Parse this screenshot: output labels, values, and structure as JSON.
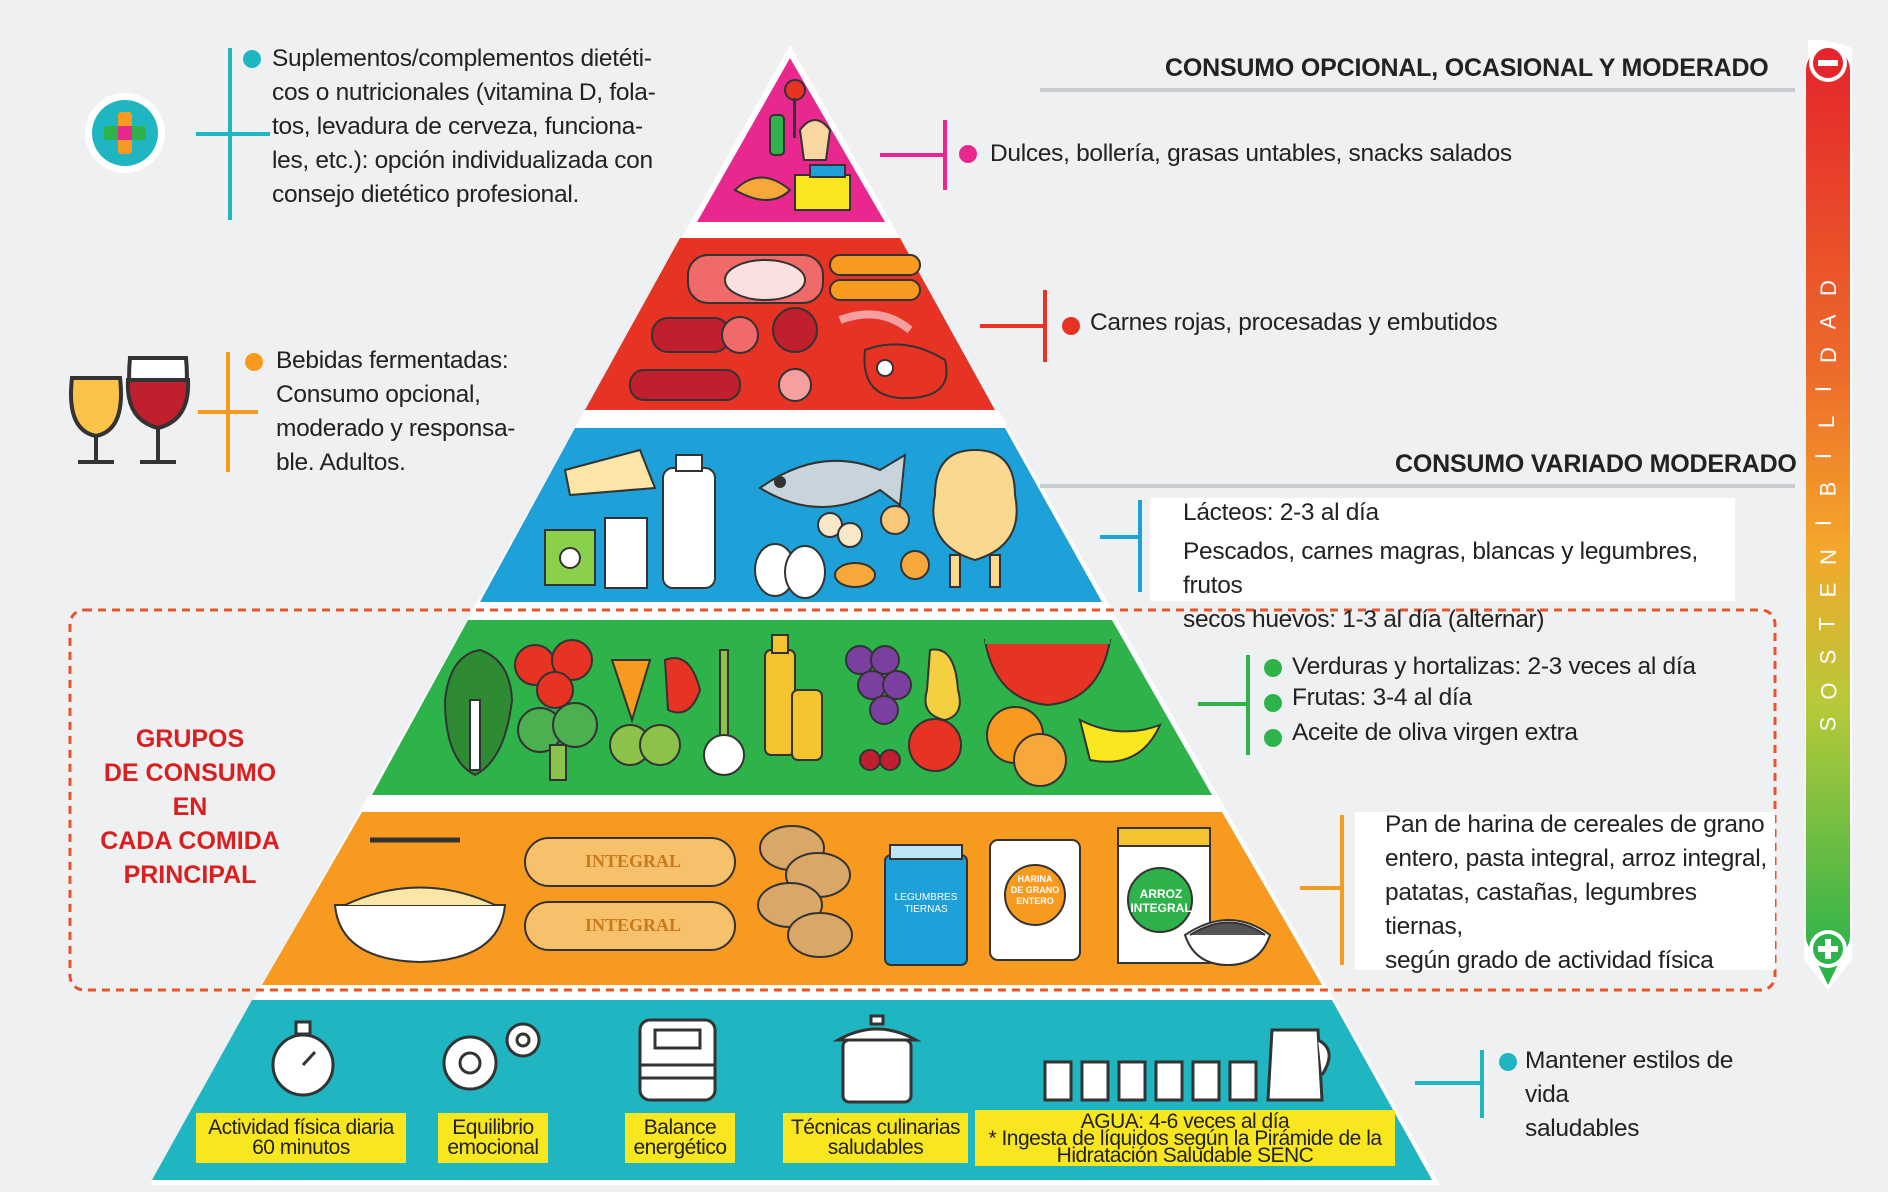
{
  "headers": {
    "optional": "CONSUMO OPCIONAL, OCASIONAL Y MODERADO",
    "moderate": "CONSUMO VARIADO MODERADO"
  },
  "supplements": "Suplementos/complementos dietéti- cos o nutricionales (vitamina D, fola- tos, levadura de cerveza, funciona- les, etc.): opción individualizada con consejo dietético profesional.",
  "supplements_lines": [
    "Suplementos/complementos dietéti-",
    "cos o nutricionales (vitamina D, fola-",
    "tos, levadura de cerveza, funciona-",
    "les, etc.): opción individualizada con",
    "consejo dietético profesional."
  ],
  "fermented_lines": [
    "Bebidas fermentadas:",
    "Consumo opcional,",
    "moderado y responsa-",
    "ble. Adultos."
  ],
  "group_label_lines": [
    "GRUPOS",
    "DE CONSUMO EN",
    "CADA COMIDA",
    "PRINCIPAL"
  ],
  "tiers": {
    "sweets": "Dulces, bollería, grasas untables, snacks salados",
    "meats": "Carnes rojas, procesadas y embutidos",
    "dairy": "Lácteos: 2-3 al día",
    "protein_lines": [
      "Pescados, carnes magras, blancas y legumbres, frutos",
      "secos huevos: 1-3 al día (alternar)"
    ],
    "veg": "Verduras y hortalizas: 2-3 veces al día",
    "fruit": "Frutas: 3-4 al día",
    "oil": "Aceite de oliva virgen extra",
    "grains_lines": [
      "Pan de harina de cereales de grano",
      "entero, pasta integral, arroz integral,",
      "patatas, castañas, legumbres tiernas,",
      "según grado de actividad física"
    ],
    "lifestyle_lines": [
      "Mantener estilos de vida",
      "saludables"
    ]
  },
  "food_labels": {
    "bread_top": "INTEGRAL",
    "bread_bottom": "INTEGRAL",
    "legumes_jar": [
      "LEGUMBRES",
      "TIERNAS"
    ],
    "flour_bag": [
      "HARINA",
      "DE GRANO",
      "ENTERO"
    ],
    "rice_box": [
      "ARROZ",
      "INTEGRAL"
    ]
  },
  "base_labels": [
    [
      "Actividad física diaria",
      "60 minutos"
    ],
    [
      "Equilibrio",
      "emocional"
    ],
    [
      "Balance",
      "energético"
    ],
    [
      "Técnicas culinarias",
      "saludables"
    ],
    [
      "AGUA: 4-6 veces al día",
      "* Ingesta de líquidos según la Pirámide de la",
      "Hidratación Saludable SENC"
    ]
  ],
  "sustainability": "SOSTENIBILIDAD",
  "colors": {
    "pink": "#e8288f",
    "red": "#e63324",
    "blue": "#1ea0d8",
    "green": "#2db34a",
    "orange": "#f79a1f",
    "teal": "#1fb5c1",
    "yellow": "#f8e61f",
    "group_red": "#d92020"
  },
  "icons": [
    "plus-medical-icon",
    "wine-glasses-icon",
    "minus-icon",
    "plus-icon",
    "stopwatch-icon",
    "gears-icon",
    "scale-icon",
    "pot-icon",
    "water-glasses-icon"
  ]
}
